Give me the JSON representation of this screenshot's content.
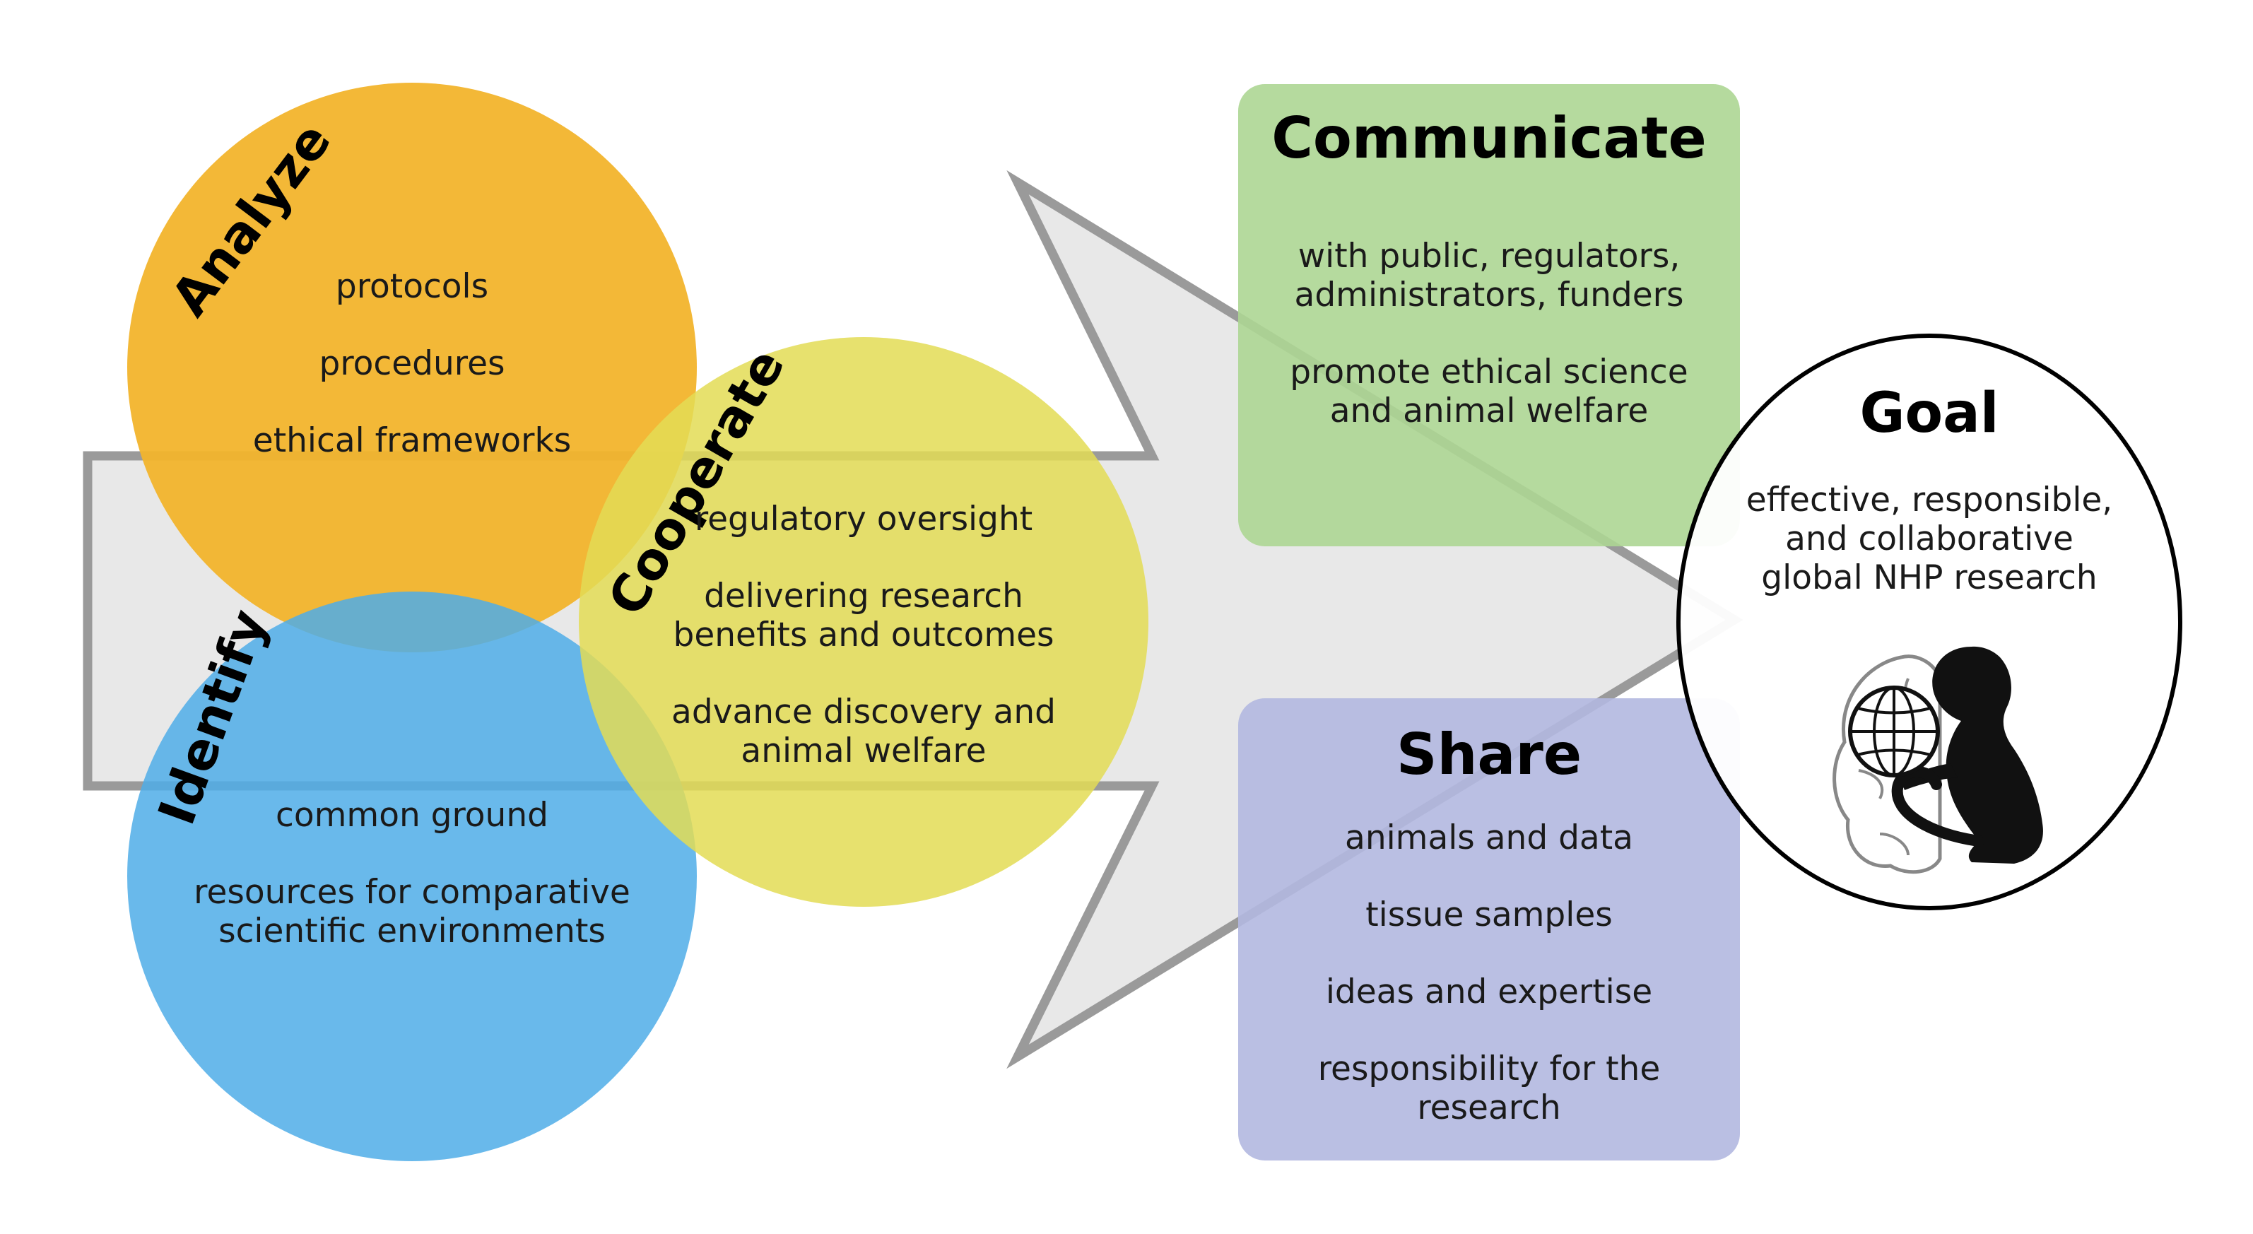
{
  "analyze": {
    "title": "Analyze",
    "items": [
      "protocols",
      "procedures",
      "ethical frameworks"
    ],
    "color": "#F2B42C"
  },
  "cooperate": {
    "title": "Cooperate",
    "items": [
      "regulatory oversight",
      "delivering research",
      "benefits and outcomes",
      "advance discovery and",
      "animal welfare"
    ],
    "color": "#E3DC55"
  },
  "identify": {
    "title": "Identify",
    "items": [
      "common ground",
      "resources for comparative",
      "scientific environments"
    ],
    "color": "#4FADE8"
  },
  "communicate": {
    "title": "Communicate",
    "items": [
      "with public, regulators,",
      "administrators, funders",
      "promote ethical science",
      "and animal welfare"
    ],
    "color": "#ADD693"
  },
  "share": {
    "title": "Share",
    "items": [
      "animals and data",
      "tissue samples",
      "ideas and expertise",
      "responsibility for the",
      "research"
    ],
    "color": "#B3B8E0"
  },
  "goal": {
    "title": "Goal",
    "items": [
      "effective, responsible,",
      "and collaborative",
      "global NHP research"
    ],
    "icon": "monkey-globe-brain-icon"
  },
  "arrow": {
    "color": "#D6D6D6",
    "stroke": "#9A9A9A"
  }
}
